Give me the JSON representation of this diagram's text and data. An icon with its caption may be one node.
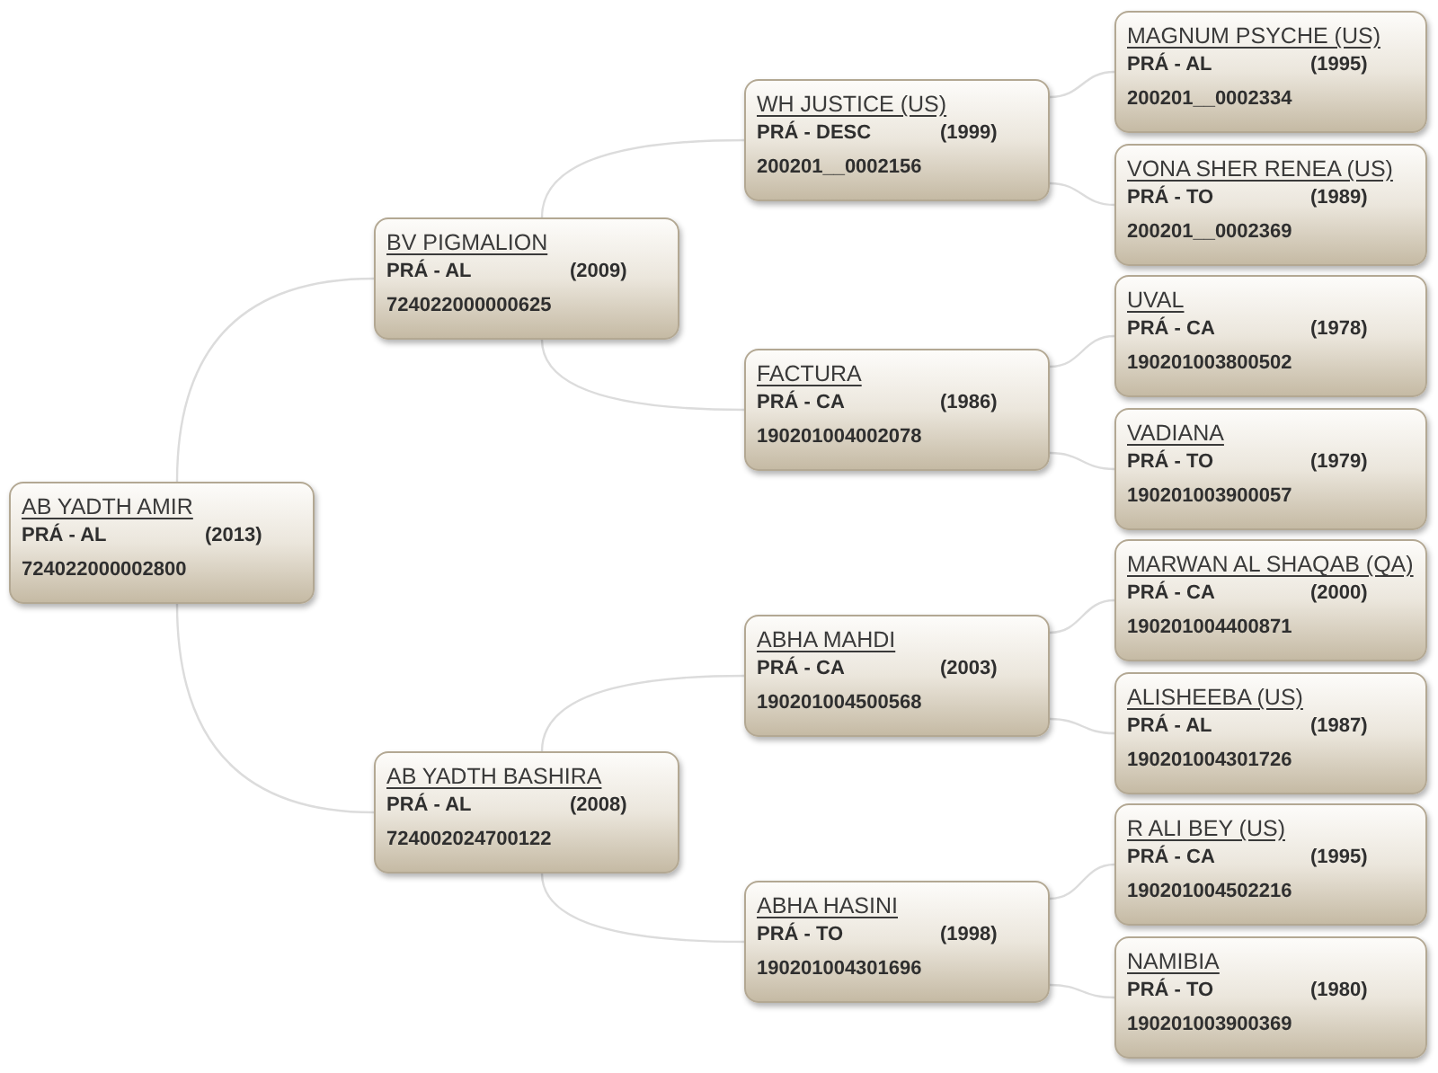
{
  "diagram": {
    "nodes": [
      {
        "text": [
          "AB YADTH AMIR",
          "PRÁ - AL",
          "(2013)",
          "724022000002800"
        ]
      },
      {
        "text": [
          "BV PIGMALION",
          "PRÁ - AL",
          "(2009)",
          "724022000000625"
        ]
      },
      {
        "text": [
          "WH JUSTICE (US)",
          "PRÁ - DESC",
          "(1999)",
          "200201__0002156"
        ]
      },
      {
        "text": [
          "MAGNUM PSYCHE (US)",
          "PRÁ - AL",
          "(1995)",
          "200201__0002334"
        ]
      },
      {
        "text": [
          "VONA SHER RENEA (US)",
          "PRÁ - TO",
          "(1989)",
          "200201__0002369"
        ]
      },
      {
        "text": [
          "FACTURA",
          "PRÁ - CA",
          "(1986)",
          "190201004002078"
        ]
      },
      {
        "text": [
          "UVAL",
          "PRÁ - CA",
          "(1978)",
          "190201003800502"
        ]
      },
      {
        "text": [
          "VADIANA",
          "PRÁ - TO",
          "(1979)",
          "190201003900057"
        ]
      },
      {
        "text": [
          "AB YADTH BASHIRA",
          "PRÁ - AL",
          "(2008)",
          "724002024700122"
        ]
      },
      {
        "text": [
          "ABHA MAHDI",
          "PRÁ - CA",
          "(2003)",
          "190201004500568"
        ]
      },
      {
        "text": [
          "MARWAN AL SHAQAB (QA)",
          "PRÁ - CA",
          "(2000)",
          "190201004400871"
        ]
      },
      {
        "text": [
          "ALISHEEBA (US)",
          "PRÁ - AL",
          "(1987)",
          "190201004301726"
        ]
      },
      {
        "text": [
          "ABHA HASINI",
          "PRÁ - TO",
          "(1998)",
          "190201004301696"
        ]
      },
      {
        "text": [
          "R ALI BEY (US)",
          "PRÁ - CA",
          "(1995)",
          "190201004502216"
        ]
      },
      {
        "text": [
          "NAMIBIA",
          "PRÁ - TO",
          "(1980)",
          "190201003900369"
        ]
      }
    ],
    "edges": [
      {
        "from": 0,
        "to": 1,
        "arrow": "none"
      },
      {
        "from": 0,
        "to": 8,
        "arrow": "none"
      },
      {
        "from": 1,
        "to": 2,
        "arrow": "none"
      },
      {
        "from": 1,
        "to": 5,
        "arrow": "none"
      },
      {
        "from": 2,
        "to": 3,
        "arrow": "none"
      },
      {
        "from": 2,
        "to": 4,
        "arrow": "none"
      },
      {
        "from": 5,
        "to": 6,
        "arrow": "none"
      },
      {
        "from": 5,
        "to": 7,
        "arrow": "none"
      },
      {
        "from": 8,
        "to": 9,
        "arrow": "none"
      },
      {
        "from": 8,
        "to": 12,
        "arrow": "none"
      },
      {
        "from": 9,
        "to": 10,
        "arrow": "none"
      },
      {
        "from": 9,
        "to": 11,
        "arrow": "none"
      },
      {
        "from": 12,
        "to": 13,
        "arrow": "none"
      },
      {
        "from": 12,
        "to": 14,
        "arrow": "none"
      }
    ]
  }
}
